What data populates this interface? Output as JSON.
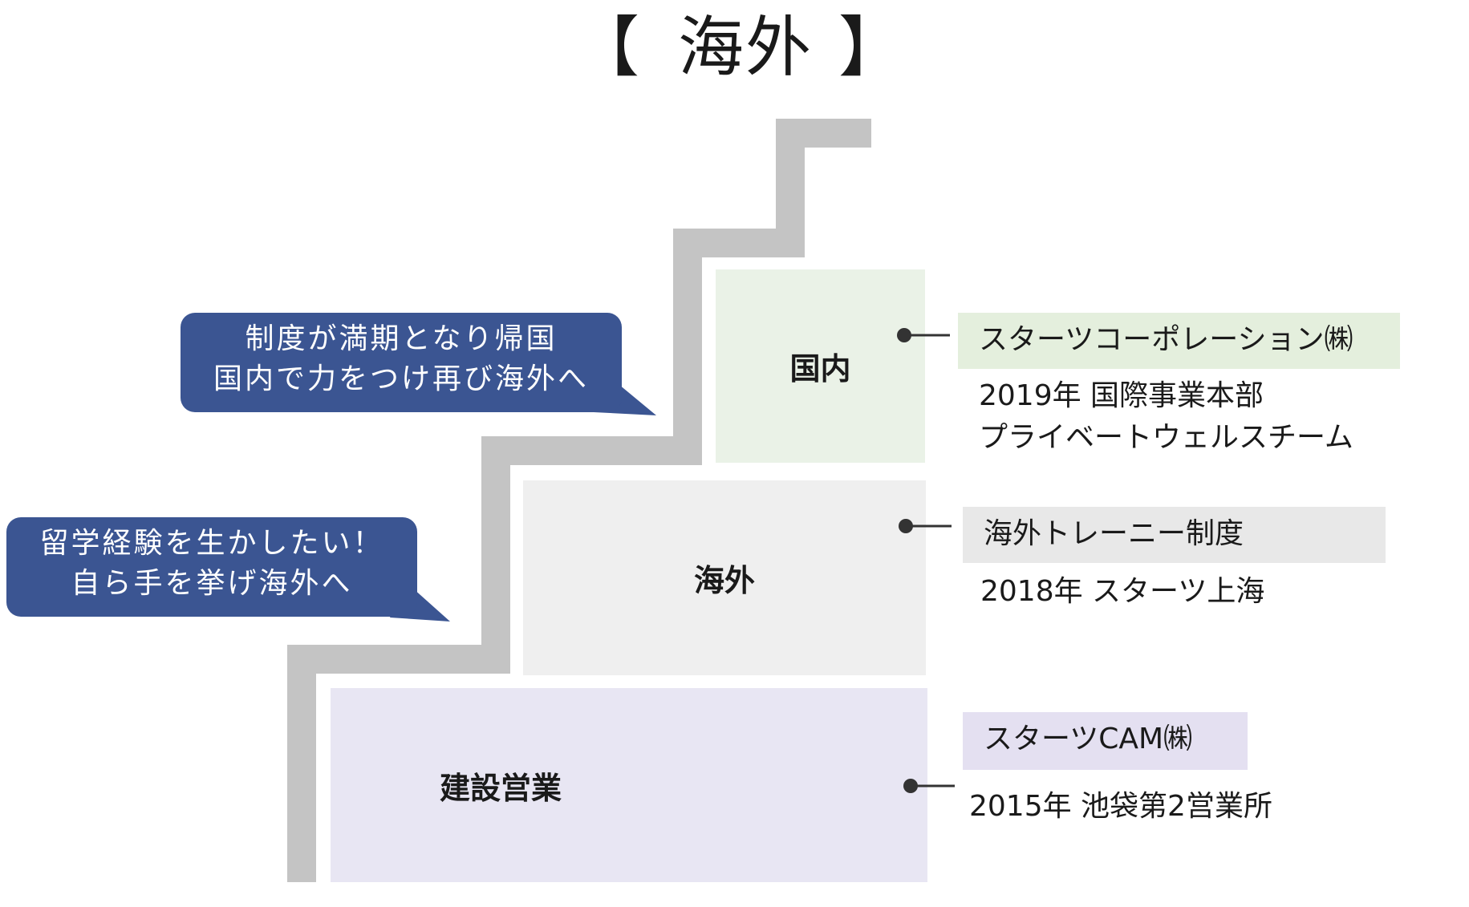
{
  "title": {
    "bracket_left": "【",
    "text": "海外",
    "bracket_right": "】"
  },
  "blocks": {
    "domestic": "国内",
    "overseas": "海外",
    "sales": "建設営業"
  },
  "bubbles": {
    "return_home": {
      "line1": "制度が満期となり帰国",
      "line2": "国内で力をつけ再び海外へ"
    },
    "study_abroad": {
      "line1": "留学経験を生かしたい！",
      "line2": "自ら手を挙げ海外へ"
    }
  },
  "milestones": {
    "domestic": {
      "tag": "スターツコーポレーション㈱",
      "line1": "2019年 国際事業本部",
      "line2": "プライベートウェルスチーム"
    },
    "overseas": {
      "tag": "海外トレーニー制度",
      "line1": "2018年 スターツ上海"
    },
    "sales": {
      "tag": "スターツCAM㈱",
      "line1": "2015年 池袋第2営業所"
    }
  },
  "colors": {
    "bubble": "#3b5592",
    "stair": "#c4c4c4",
    "domestic_block": "#eaf2e7",
    "overseas_block": "#efefef",
    "sales_block": "#e8e6f3",
    "connector": "#333333"
  }
}
